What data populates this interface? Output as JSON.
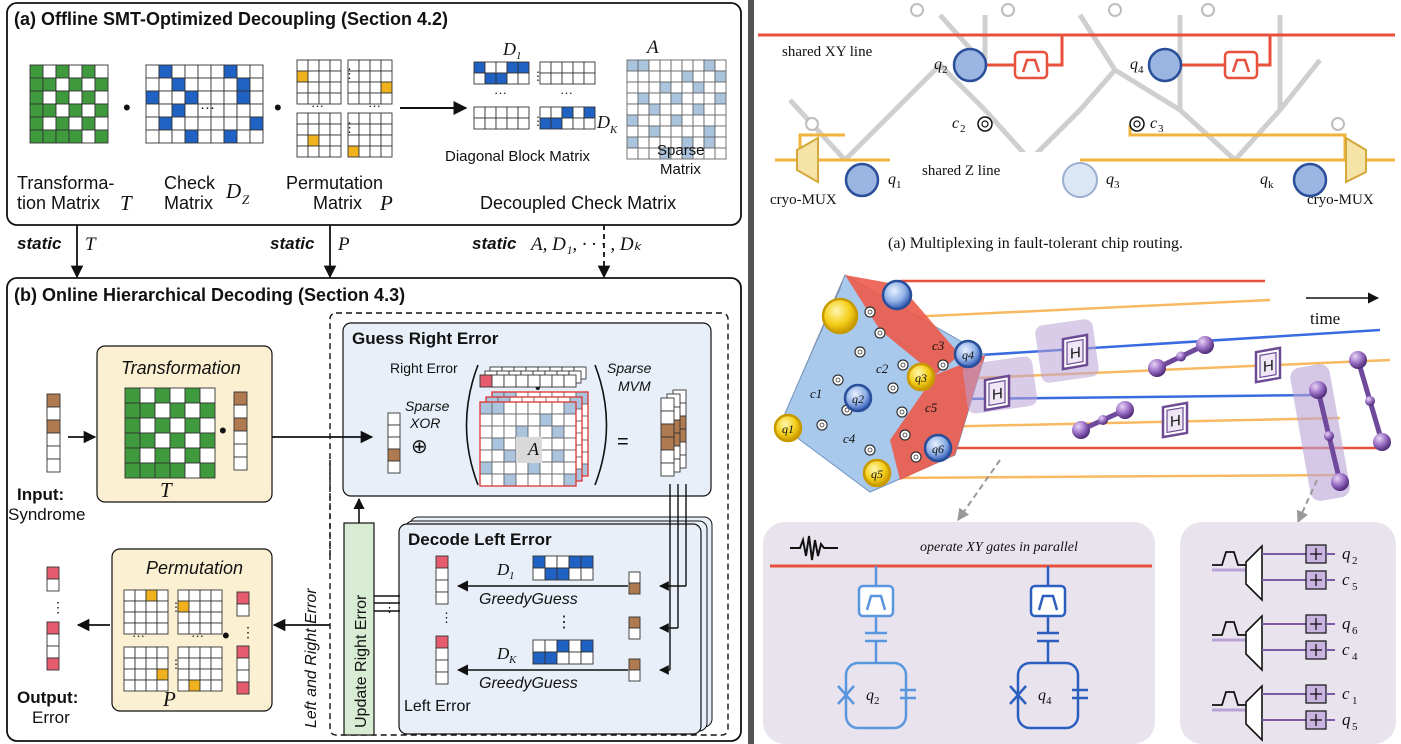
{
  "left": {
    "panel_a": {
      "title": "(a) Offline SMT-Optimized Decoupling (Section 4.2)",
      "transformation_label_1": "Transforma-",
      "transformation_label_2": "tion Matrix",
      "transformation_sym": "T",
      "check_label_1": "Check",
      "check_label_2": "Matrix",
      "check_sym": "D",
      "check_sub": "Z",
      "permutation_label_1": "Permutation",
      "permutation_label_2": "Matrix",
      "permutation_sym": "P",
      "diag_label": "Diagonal Block Matrix",
      "sparse_label_1": "Sparse",
      "sparse_label_2": "Matrix",
      "decoupled_label": "Decoupled Check Matrix",
      "d1_sym": "D",
      "d1_sub": "1",
      "dk_sym": "D",
      "dk_sub": "K",
      "a_sym": "A",
      "ellipsis": "···",
      "dot": "•"
    },
    "static_row": {
      "static_word": "static",
      "t_sym": "T",
      "p_sym": "P",
      "a_list": "A, D₁, · · · , Dₖ"
    },
    "panel_b": {
      "title": "(b) Online Hierarchical Decoding (Section 4.3)",
      "transformation_title": "Transformation",
      "transformation_sym": "T",
      "input_label": "Input:",
      "input_sub": "Syndrome",
      "output_label": "Output:",
      "output_sub": "Error",
      "permutation_title": "Permutation",
      "permutation_sym": "P",
      "guess_title": "Guess Right Error",
      "right_error_label": "Right Error",
      "sparse_mvm_1": "Sparse",
      "sparse_mvm_2": "MVM",
      "sparse_xor_1": "Sparse",
      "sparse_xor_2": "XOR",
      "xor_sym": "⊕",
      "a_sym": "A",
      "equals": "=",
      "decode_title": "Decode Left Error",
      "greedy_1": "GreedyGuess",
      "greedy_2": "GreedyGuess",
      "d1_sym": "D",
      "d1_sub": "1",
      "dk_sym": "D",
      "dk_sub": "K",
      "left_error_label": "Left Error",
      "update_label": "Update Right Error",
      "left_right_label": "Left and Right Error",
      "vdots": "⋮"
    }
  },
  "right": {
    "top": {
      "shared_xy": "shared XY line",
      "shared_z": "shared Z line",
      "cryo_mux_left": "cryo-MUX",
      "cryo_mux_right": "cryo-MUX",
      "q1": "q",
      "q1_sub": "1",
      "q2": "q",
      "q2_sub": "2",
      "q3": "q",
      "q3_sub": "3",
      "q4": "q",
      "q4_sub": "4",
      "qk": "q",
      "qk_sub": "k",
      "c2": "c",
      "c2_sub": "2",
      "c3": "c",
      "c3_sub": "3",
      "caption": "(a) Multiplexing in fault-tolerant chip routing."
    },
    "mid": {
      "time_label": "time",
      "nodes": [
        "q1",
        "q2",
        "q3",
        "q4",
        "q5",
        "q6",
        "c1",
        "c2",
        "c3",
        "c4",
        "c5"
      ],
      "h_gate": "H"
    },
    "bottom_left": {
      "operate_label": "operate XY gates in parallel",
      "q2": "q",
      "q2_sub": "2",
      "q4": "q",
      "q4_sub": "4"
    },
    "bottom_right": {
      "rows": [
        {
          "sym": "q",
          "sub": "2"
        },
        {
          "sym": "c",
          "sub": "5"
        },
        {
          "sym": "q",
          "sub": "6"
        },
        {
          "sym": "c",
          "sub": "4"
        },
        {
          "sym": "c",
          "sub": "1"
        },
        {
          "sym": "q",
          "sub": "5"
        }
      ]
    }
  },
  "colors": {
    "green": "#3e9a3c",
    "blue": "#1f62c4",
    "orange": "#f0b21c",
    "lightblue": "#a9c4dc",
    "red": "#e84a3a",
    "brown": "#b07a50",
    "pink": "#e55c6e",
    "yellowbox": "#fbf0d2",
    "bluebox": "#e9eff8",
    "purplebox": "#e9e3ee",
    "zline": "#f0b43c",
    "xyline": "#e8503c"
  }
}
